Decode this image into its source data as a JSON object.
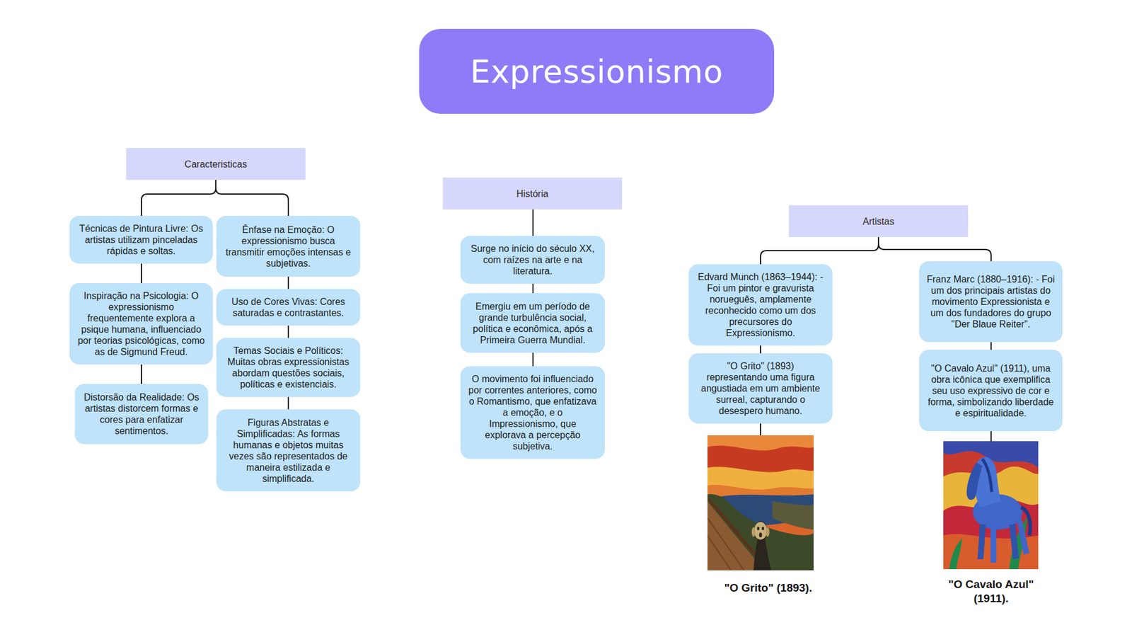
{
  "diagram": {
    "title": "Expressionismo",
    "nodes": [
      {
        "text": [
          "Caracteristicas"
        ]
      },
      {
        "text": [
          "Técnicas de Pintura Livre: Os artistas utilizam pinceladas rápidas e soltas."
        ]
      },
      {
        "text": [
          "Inspiração na Psicologia: O expressionismo frequentemente explora a psique humana, influenciado por teorias psicológicas, como as de Sigmund Freud."
        ]
      },
      {
        "text": [
          "Distorsão da Realidade: Os artistas distorcem formas e cores para enfatizar sentimentos."
        ]
      },
      {
        "text": [
          "Ênfase na Emoção: O expressionismo busca transmitir emoções intensas e subjetivas."
        ]
      },
      {
        "text": [
          "Uso de Cores Vivas: Cores saturadas e contrastantes."
        ]
      },
      {
        "text": [
          "Temas Sociais e Políticos: Muitas obras expressionistas abordam questões sociais, políticas e existenciais."
        ]
      },
      {
        "text": [
          "Figuras Abstratas e Simplificadas: As formas humanas e objetos muitas vezes são representados de maneira estilizada e simplificada."
        ]
      },
      {
        "text": [
          "História"
        ]
      },
      {
        "text": [
          "Surge no início do século XX, com raízes na arte e na literatura."
        ]
      },
      {
        "text": [
          "Emergiu em um período de grande turbulência social, política e econômica, após a Primeira Guerra Mundial."
        ]
      },
      {
        "text": [
          "O movimento foi influenciado por correntes anteriores, como o Romantismo, que enfatizava a emoção, e o Impressionismo, que explorava a percepção subjetiva."
        ]
      },
      {
        "text": [
          "Artistas"
        ]
      },
      {
        "text": [
          "Edvard Munch (1863–1944): - Foi um pintor e gravurista norueguês, amplamente reconhecido como um dos precursores do Expressionismo."
        ]
      },
      {
        "text": [
          "\"O Grito\" (1893) representando uma figura angustiada em um ambiente surreal, capturando o desespero humano."
        ]
      },
      {
        "text": [
          "Franz Marc (1880–1916): - Foi um dos principais artistas do movimento Expressionista e um dos fundadores do grupo \"Der Blaue Reiter\"."
        ]
      },
      {
        "text": [
          "\"O Cavalo Azul\" (1911), uma obra icônica que exemplifica seu uso expressivo de cor e forma, simbolizando liberdade e espiritualidade."
        ]
      }
    ],
    "edges": [
      {
        "from": 0,
        "to": 1,
        "arrow": "none"
      },
      {
        "from": 0,
        "to": 4,
        "arrow": "none"
      },
      {
        "from": 1,
        "to": 2,
        "arrow": "none"
      },
      {
        "from": 2,
        "to": 3,
        "arrow": "none"
      },
      {
        "from": 4,
        "to": 5,
        "arrow": "none"
      },
      {
        "from": 5,
        "to": 6,
        "arrow": "none"
      },
      {
        "from": 6,
        "to": 7,
        "arrow": "none"
      },
      {
        "from": 8,
        "to": 9,
        "arrow": "none"
      },
      {
        "from": 9,
        "to": 10,
        "arrow": "none"
      },
      {
        "from": 10,
        "to": 11,
        "arrow": "none"
      },
      {
        "from": 12,
        "to": 13,
        "arrow": "none"
      },
      {
        "from": 12,
        "to": 15,
        "arrow": "none"
      },
      {
        "from": 13,
        "to": 14,
        "arrow": "none"
      },
      {
        "from": 15,
        "to": 16,
        "arrow": "none"
      }
    ],
    "labels": [
      "\"O Grito\" (1893).",
      "\"O Cavalo Azul\" (1911)."
    ]
  }
}
